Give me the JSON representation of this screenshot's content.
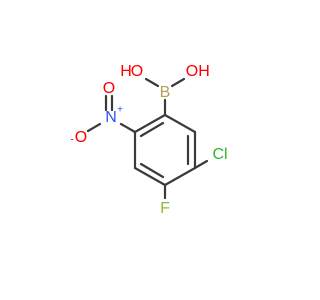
{
  "molecule": {
    "atoms": {
      "o1": {
        "label": "O",
        "hydrogen": "H"
      },
      "o2": {
        "label": "O",
        "hydrogen": "H"
      },
      "boron": {
        "label": "B"
      },
      "nitrogen": {
        "label": "N",
        "charge": "+"
      },
      "o_minus": {
        "label": "O",
        "charge": "-"
      },
      "o_double": {
        "label": "O"
      },
      "chlorine": {
        "label": "Cl"
      },
      "fluorine": {
        "label": "F"
      }
    },
    "colors": {
      "bond": "#3a3a3a",
      "oxygen": "#ff0000",
      "boron": "#b5a05a",
      "nitrogen": "#3050f8",
      "chlorine": "#2eb82e",
      "fluorine": "#8fb83a"
    }
  }
}
